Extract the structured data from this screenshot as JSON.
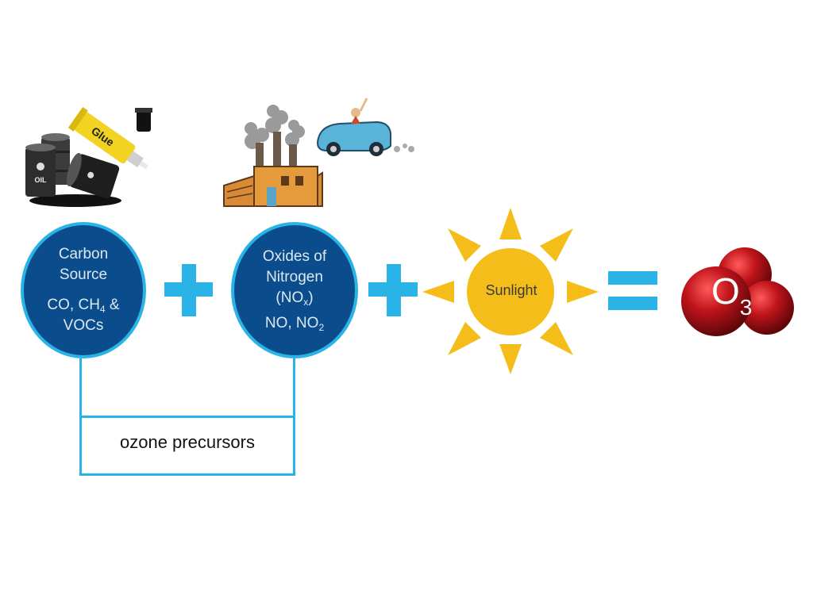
{
  "carbon": {
    "title_line1": "Carbon",
    "title_line2": "Source",
    "examples_line1_prefix": "CO, CH",
    "examples_line1_sub": "4",
    "examples_line1_suffix": " &",
    "examples_line2": "VOCs"
  },
  "nitrogen": {
    "title_line1": "Oxides of",
    "title_line2": "Nitrogen",
    "nox_prefix": "(NO",
    "nox_sub": "x",
    "nox_suffix": ")",
    "examples_prefix": "NO, NO",
    "examples_sub": "2"
  },
  "sun": {
    "label": "Sunlight"
  },
  "product": {
    "symbol": "O",
    "subscript": "3"
  },
  "bracket": {
    "label": "ozone precursors"
  },
  "illustrations": {
    "glue_label": "Glue",
    "oil_label": "OIL"
  },
  "colors": {
    "circle_fill": "#0b4d8c",
    "circle_border": "#2ab3e6",
    "operator": "#29b3e6",
    "sun": "#f5bd1a",
    "ozone": "#c0141b"
  }
}
